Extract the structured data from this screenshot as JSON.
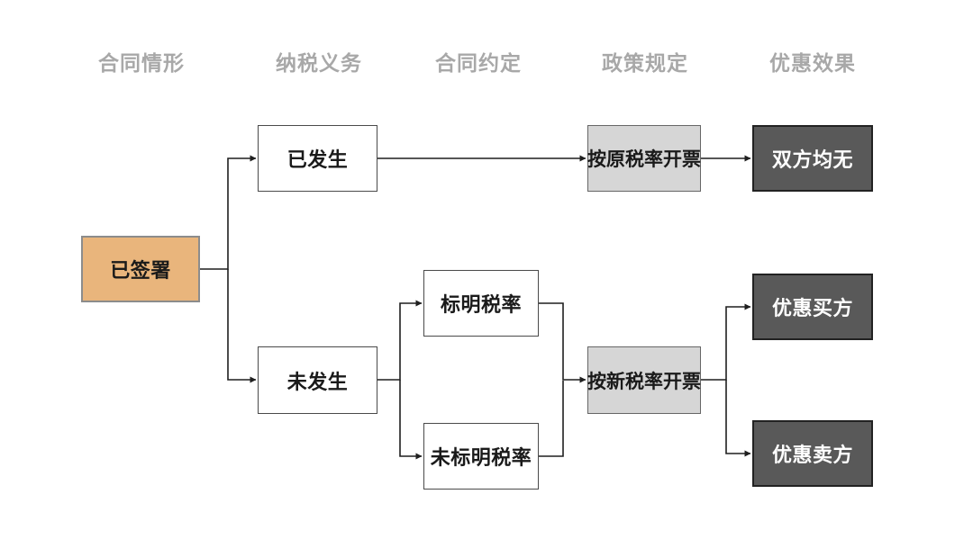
{
  "diagram": {
    "columns": [
      {
        "id": "contract-situation",
        "label": "合同情形"
      },
      {
        "id": "tax-obligation",
        "label": "纳税义务"
      },
      {
        "id": "contract-stipulation",
        "label": "合同约定"
      },
      {
        "id": "policy-provision",
        "label": "政策规定"
      },
      {
        "id": "benefit-effect",
        "label": "优惠效果"
      }
    ],
    "nodes": {
      "signed": {
        "label": "已签署",
        "column": "合同情形",
        "style": "orange"
      },
      "occurred": {
        "label": "已发生",
        "column": "纳税义务",
        "style": "white"
      },
      "not_occurred": {
        "label": "未发生",
        "column": "纳税义务",
        "style": "white"
      },
      "rate_stated": {
        "label": "标明税率",
        "column": "合同约定",
        "style": "white"
      },
      "rate_not_stated": {
        "label": "未标明税率",
        "column": "合同约定",
        "style": "white"
      },
      "invoice_original_rate": {
        "label": "按原税率开票",
        "column": "政策规定",
        "style": "lightgray"
      },
      "invoice_new_rate": {
        "label": "按新税率开票",
        "column": "政策规定",
        "style": "lightgray"
      },
      "neither_party": {
        "label": "双方均无",
        "column": "优惠效果",
        "style": "darkgray"
      },
      "benefit_buyer": {
        "label": "优惠买方",
        "column": "优惠效果",
        "style": "darkgray"
      },
      "benefit_seller": {
        "label": "优惠卖方",
        "column": "优惠效果",
        "style": "darkgray"
      }
    },
    "edges": [
      {
        "from": "signed",
        "to": "occurred"
      },
      {
        "from": "signed",
        "to": "not_occurred"
      },
      {
        "from": "occurred",
        "to": "invoice_original_rate"
      },
      {
        "from": "not_occurred",
        "to": "rate_stated"
      },
      {
        "from": "not_occurred",
        "to": "rate_not_stated"
      },
      {
        "from": "rate_stated",
        "to": "invoice_new_rate"
      },
      {
        "from": "rate_not_stated",
        "to": "invoice_new_rate"
      },
      {
        "from": "invoice_original_rate",
        "to": "neither_party"
      },
      {
        "from": "invoice_new_rate",
        "to": "benefit_buyer"
      },
      {
        "from": "invoice_new_rate",
        "to": "benefit_seller"
      }
    ],
    "colors": {
      "background": "#FFFFFF",
      "header_text": "#A8A8A8",
      "node_orange_fill": "#E9B57C",
      "node_white_fill": "#FFFFFF",
      "node_lightgray_fill": "#D6D6D6",
      "node_darkgray_fill": "#595959",
      "node_text_dark": "#1A1A1A",
      "node_text_light": "#FFFFFF",
      "connector": "#1F1F1F"
    }
  }
}
